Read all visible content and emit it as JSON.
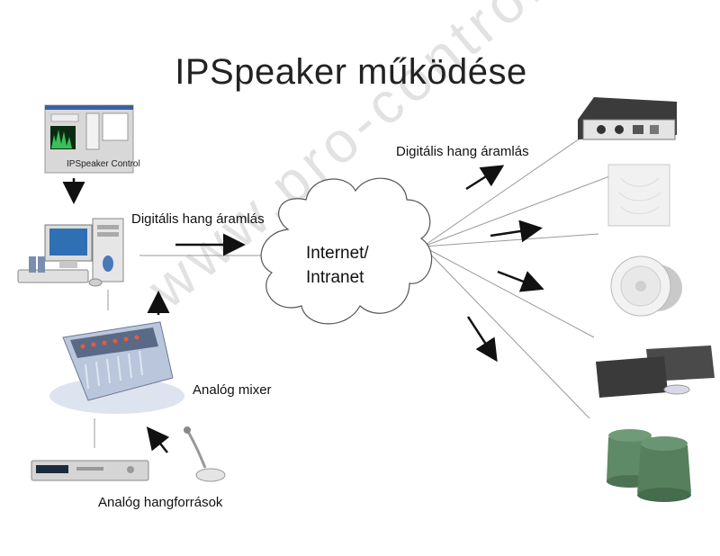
{
  "title": "IPSpeaker működése",
  "watermark": "www.pro-control.hu",
  "labels": {
    "control_software": "IPSpeaker Control",
    "digital_stream_left": "Digitális hang áramlás",
    "digital_stream_right": "Digitális hang áramlás",
    "network_line1": "Internet/",
    "network_line2": "Intranet",
    "mixer": "Analóg mixer",
    "analog_sources": "Analóg hangforrások"
  },
  "colors": {
    "arrow": "#111111",
    "line": "#999999",
    "speaker_green": "#4f7a57",
    "device_dark": "#3a3a3a"
  }
}
